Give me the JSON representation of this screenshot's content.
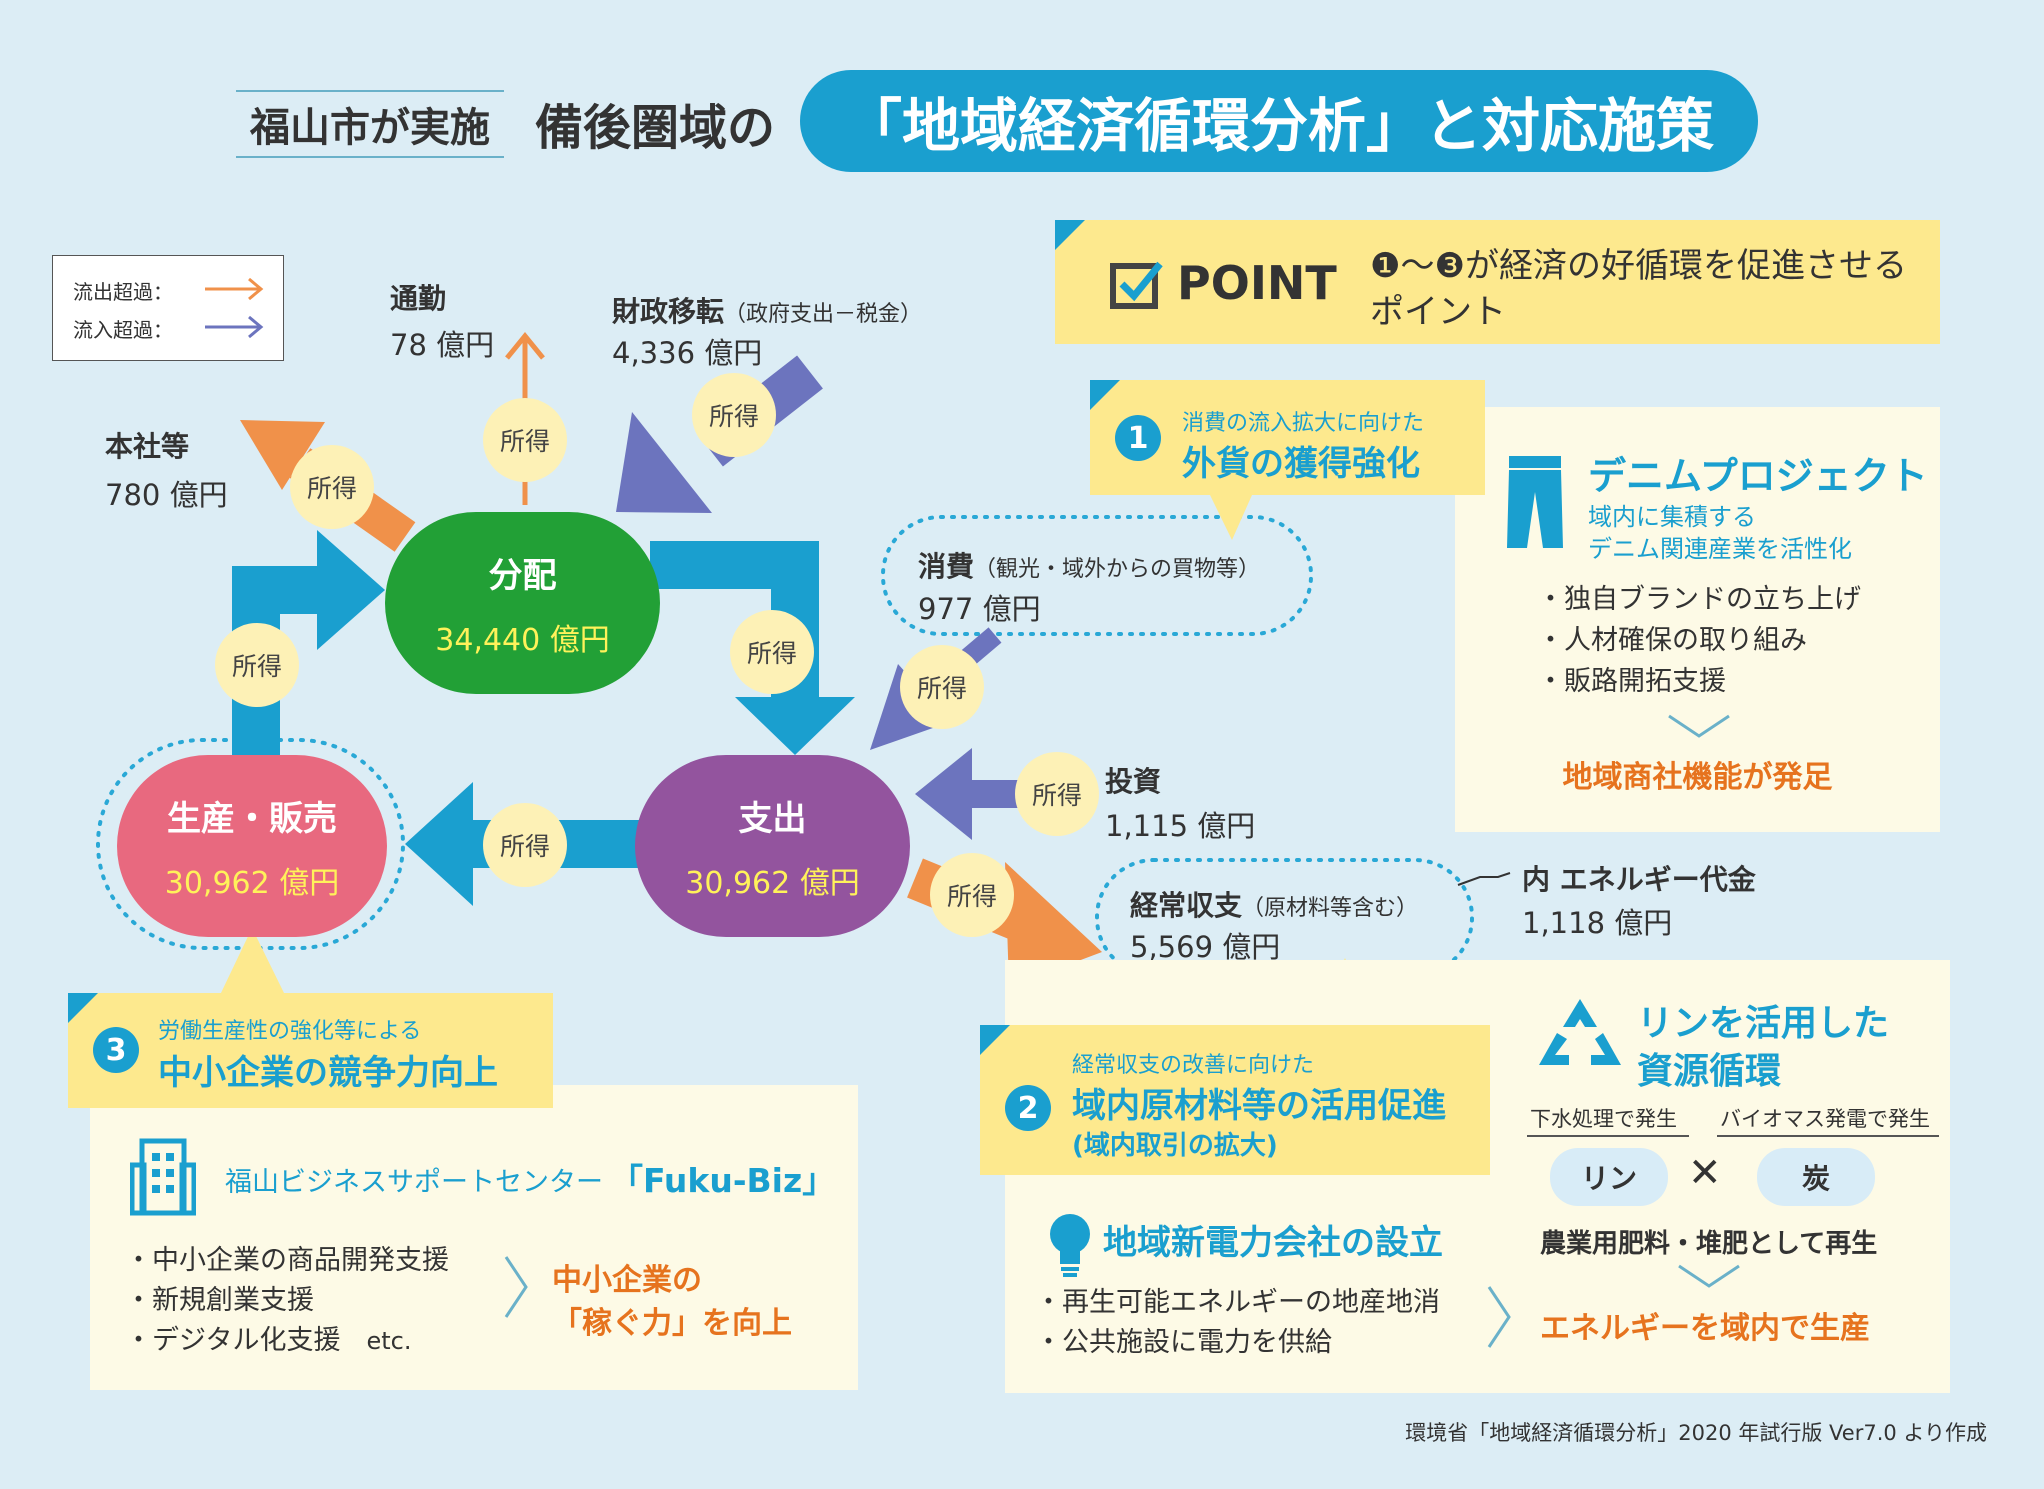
{
  "header": {
    "org": "福山市が実施",
    "subtitle": "備後圏域の",
    "title": "「地域経済循環分析」と対応施策"
  },
  "legend": {
    "outflow": "流出超過：",
    "inflow": "流入超過："
  },
  "income_label": "所得",
  "nodes": {
    "distribution": {
      "label": "分配",
      "value": "34,440 億円"
    },
    "spending": {
      "label": "支出",
      "value": "30,962 億円"
    },
    "production": {
      "label": "生産・販売",
      "value": "30,962 億円"
    }
  },
  "flows": {
    "commute": {
      "label": "通勤",
      "value": "78 億円"
    },
    "headquarters": {
      "label": "本社等",
      "value": "780 億円"
    },
    "fiscal": {
      "label": "財政移転",
      "note": "（政府支出－税金）",
      "value": "4,336 億円"
    },
    "consumption": {
      "label": "消費",
      "note": "（観光・域外からの買物等）",
      "value": "977 億円"
    },
    "investment": {
      "label": "投資",
      "value": "1,115 億円"
    },
    "current_account": {
      "label": "経常収支",
      "note": "（原材料等含む）",
      "value": "5,569 億円"
    },
    "energy": {
      "label": "内 エネルギー代金",
      "value": "1,118 億円"
    }
  },
  "point": {
    "label": "POINT",
    "text_line1": "❶〜❸が経済の好循環を促進させる",
    "text_line2": "ポイント"
  },
  "p1": {
    "num": "1",
    "sub": "消費の流入拡大に向けた",
    "title": "外貨の獲得強化",
    "proj_title": "デニムプロジェクト",
    "proj_sub1": "域内に集積する",
    "proj_sub2": "デニム関連産業を活性化",
    "bullets": [
      "・独自ブランドの立ち上げ",
      "・人材確保の取り組み",
      "・販路開拓支援"
    ],
    "result": "地域商社機能が発足"
  },
  "p2": {
    "num": "2",
    "sub": "経常収支の改善に向けた",
    "title": "域内原材料等の活用促進",
    "title2": "(域内取引の拡大)",
    "rin_title1": "リンを活用した",
    "rin_title2": "資源循環",
    "left_src": "下水処理で発生",
    "right_src": "バイオマス発電で発生",
    "left_pill": "リン",
    "times": "✕",
    "right_pill": "炭",
    "rin_result": "農業用肥料・堆肥として再生",
    "power_title": "地域新電力会社の設立",
    "bullets": [
      "・再生可能エネルギーの地産地消",
      "・公共施設に電力を供給"
    ],
    "result": "エネルギーを域内で生産"
  },
  "p3": {
    "num": "3",
    "sub": "労働生産性の強化等による",
    "title": "中小企業の競争力向上",
    "center_name": "福山ビジネスサポートセンター",
    "center_brand": "「Fuku-Biz」",
    "bullets": [
      "・中小企業の商品開発支援",
      "・新規創業支援",
      "・デジタル化支援"
    ],
    "etc": "etc.",
    "result1": "中小企業の",
    "result2": "「稼ぐ力」を向上"
  },
  "source": "環境省「地域経済循環分析」2020 年試行版 Ver7.0 より作成",
  "colors": {
    "background": "#dcedf5",
    "accent_blue": "#1a9fcf",
    "outflow_orange": "#f0914a",
    "inflow_purple": "#6c74be",
    "distribution_green": "#22a036",
    "spending_purple": "#93549e",
    "production_pink": "#e8697f",
    "value_yellow": "#fff25a",
    "result_orange": "#e6731e"
  },
  "icons": [
    "checkbox-icon",
    "jeans-icon",
    "recycle-icon",
    "lightbulb-icon",
    "building-icon",
    "chevron-down-icon",
    "chevron-right-icon"
  ]
}
